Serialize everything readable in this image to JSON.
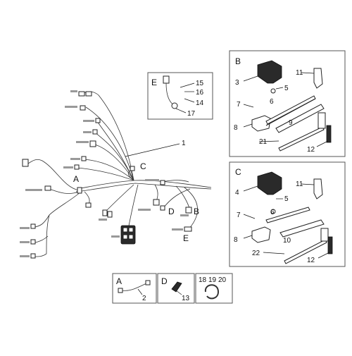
{
  "main": {
    "callout_1": "1",
    "letter_A": "A",
    "letter_C": "C",
    "letter_D": "D",
    "letter_B": "B",
    "letter_E": "E"
  },
  "panel_E": {
    "title": "E",
    "n15": "15",
    "n16": "16",
    "n14": "14",
    "n17": "17"
  },
  "panel_B": {
    "title": "B",
    "n3": "3",
    "n11": "11",
    "n5": "5",
    "n7": "7",
    "n6": "6",
    "n8": "8",
    "n9": "9",
    "n21": "21",
    "n12": "12"
  },
  "panel_C": {
    "title": "C",
    "n4": "4",
    "n11": "11",
    "n5": "5",
    "n6": "6",
    "n7": "7",
    "n8": "8",
    "n10": "10",
    "n22": "22",
    "n12": "12"
  },
  "panel_A": {
    "title": "A",
    "n2": "2"
  },
  "panel_D": {
    "title": "D",
    "n13": "13"
  },
  "panel_clip": {
    "n18": "18",
    "n19": "19",
    "n20": "20"
  },
  "icons": [
    "connector-icon",
    "spark-plug-icon",
    "ignition-coil-icon",
    "cable-clip-icon"
  ]
}
